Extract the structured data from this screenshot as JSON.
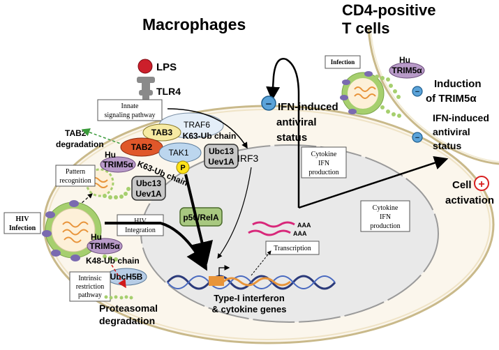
{
  "title_macrophages": "Macrophages",
  "title_tcells_line1": "CD4-positive",
  "title_tcells_line2": "T cells",
  "lps": "LPS",
  "tlr4": "TLR4",
  "innate_box_line1": "Innate",
  "innate_box_line2": "signaling pathway",
  "tab2_degradation_line1": "TAB2",
  "tab2_degradation_line2": "degradation",
  "tab3": "TAB3",
  "tab2": "TAB2",
  "tak1": "TAK1",
  "traf6": "TRAF6",
  "k63_traf": "K63-Ub chain",
  "ubc13_a": "Ubc13",
  "uev1a_a": "Uev1A",
  "ubc13_b": "Ubc13",
  "uev1a_b": "Uev1A",
  "k63_chain": "K63-Ub chain",
  "phospho": "P",
  "irf3": "IRF3",
  "hu": "Hu",
  "trim5a": "TRIM5α",
  "pattern_box_line1": "Pattern",
  "pattern_box_line2": "recognition",
  "hiv_infection_box_line1": "HIV",
  "hiv_infection_box_line2": "Infection",
  "hiv_integration_box_line1": "HIV",
  "hiv_integration_box_line2": "Integration",
  "p50_rela": "p50/RelA",
  "k48_chain": "K48-Ub chain",
  "ubch5b": "UbcH5B",
  "intrinsic_box_line1": "Intrinsic",
  "intrinsic_box_line2": "restriction",
  "intrinsic_box_line3": "pathway",
  "proteasomal_line1": "Proteasomal",
  "proteasomal_line2": "degradation",
  "ifn_status_mac_line1": "IFN-induced",
  "ifn_status_mac_line2": "antiviral",
  "ifn_status_mac_line3": "status",
  "cytokine_box1_line1": "Cytokine",
  "cytokine_box1_line2": "IFN",
  "cytokine_box1_line3": "production",
  "cytokine_box2_line1": "Cytokine",
  "cytokine_box2_line2": "IFN",
  "cytokine_box2_line3": "production",
  "aaa": "AAA",
  "transcription": "Transcription",
  "genes_line1": "Type-I interferon",
  "genes_line2": "& cytokine genes",
  "infection_box": "Infection",
  "induction_line1": "Induction",
  "induction_line2": "of TRIM5α",
  "ifn_status_t_line1": "IFN-induced",
  "ifn_status_t_line2": "antiviral",
  "ifn_status_t_line3": "status",
  "cell_activation_line1": "Cell",
  "cell_activation_line2": "activation",
  "minus": "−",
  "plus": "+",
  "colors": {
    "lps": "#cc1f2b",
    "tlr4": "#8a8a8a",
    "tab3": "#f6eaa3",
    "tab2": "#e0572a",
    "tak1": "#bcd6ee",
    "traf6": "#e4eef8",
    "ubc": "#c8c8c8",
    "trim5a": "#b89ac8",
    "p50": "#a8c880",
    "ubch5b": "#b7cde6",
    "dots": "#a6cf6e",
    "dna": "#2b3a7a",
    "rna": "#d8287a",
    "orange": "#e8943a",
    "green_arrow": "#3a9a3a",
    "red_arrow": "#d01a1a",
    "minus": "#5ba3d9",
    "plus": "#d81e1e"
  }
}
